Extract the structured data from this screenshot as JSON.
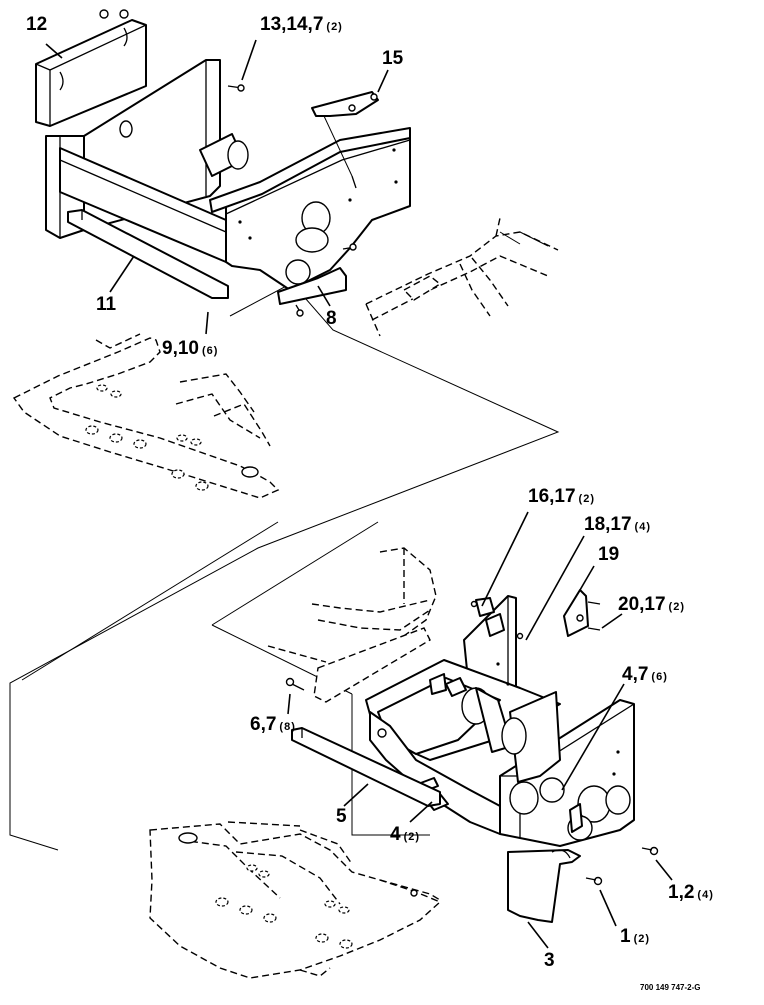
{
  "callouts": [
    {
      "id": "c12",
      "label": "12",
      "qty": ""
    },
    {
      "id": "c13",
      "label": "13,14,7",
      "qty": "(2)"
    },
    {
      "id": "c15",
      "label": "15",
      "qty": ""
    },
    {
      "id": "c11",
      "label": "11",
      "qty": ""
    },
    {
      "id": "c8",
      "label": "8",
      "qty": ""
    },
    {
      "id": "c9",
      "label": "9,10",
      "qty": "(6)"
    },
    {
      "id": "c16",
      "label": "16,17",
      "qty": "(2)"
    },
    {
      "id": "c18",
      "label": "18,17",
      "qty": "(4)"
    },
    {
      "id": "c19",
      "label": "19",
      "qty": ""
    },
    {
      "id": "c20",
      "label": "20,17",
      "qty": "(2)"
    },
    {
      "id": "c4a",
      "label": "4,7",
      "qty": "(6)"
    },
    {
      "id": "c6",
      "label": "6,7",
      "qty": "(8)"
    },
    {
      "id": "c5",
      "label": "5",
      "qty": ""
    },
    {
      "id": "c4b",
      "label": "4",
      "qty": "(2)"
    },
    {
      "id": "c1a",
      "label": "1,2",
      "qty": "(4)"
    },
    {
      "id": "c1b",
      "label": "1",
      "qty": "(2)"
    },
    {
      "id": "c3",
      "label": "3",
      "qty": ""
    }
  ],
  "drawing_code": "700 149 747-2-G"
}
